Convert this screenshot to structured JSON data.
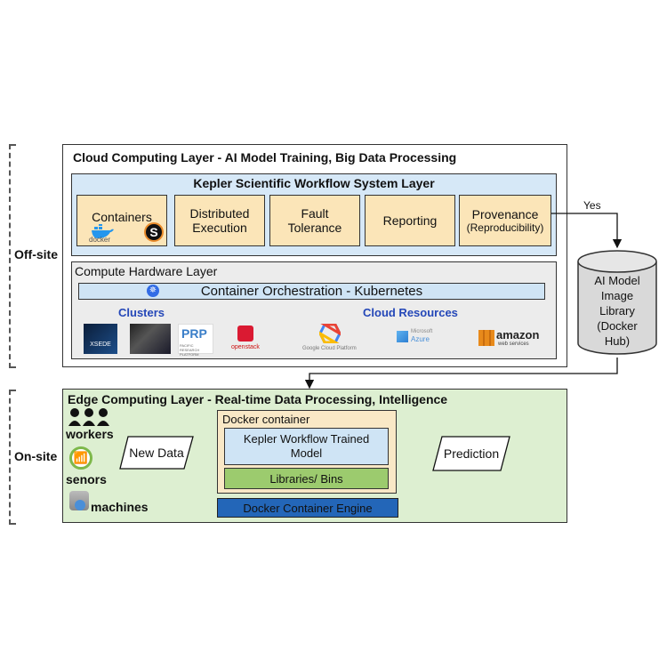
{
  "side_labels": {
    "offsite": "Off-site",
    "onsite": "On-site"
  },
  "cloud": {
    "title": "Cloud Computing Layer - AI Model Training, Big Data Processing",
    "kepler": {
      "title": "Kepler Scientific Workflow System Layer",
      "boxes": [
        {
          "l1": "Containers",
          "l2": ""
        },
        {
          "l1": "Distributed",
          "l2": "Execution"
        },
        {
          "l1": "Fault",
          "l2": "Tolerance"
        },
        {
          "l1": "Reporting",
          "l2": ""
        },
        {
          "l1": "Provenance",
          "l2": "(Reproducibility)"
        }
      ],
      "docker_logo_text": "docker",
      "s_logo_text": "S"
    },
    "compute": {
      "title": "Compute Hardware Layer",
      "k8s": "Container Orchestration - Kubernetes",
      "clusters": "Clusters",
      "cloud_resources": "Cloud Resources",
      "logos": {
        "xsede": "XSEDE",
        "prp": "PRP",
        "prp_sub": "PACIFIC RESEARCH PLATFORM",
        "openstack": "openstack",
        "google": "Google Cloud Platform",
        "azure1": "Microsoft",
        "azure2": "Azure",
        "amazon": "amazon",
        "amazon_sub": "web services"
      }
    }
  },
  "ai_library": {
    "l1": "AI Model",
    "l2": "Image",
    "l3": "Library",
    "l4": "(Docker",
    "l5": "Hub)"
  },
  "yes_label": "Yes",
  "edge": {
    "title": "Edge Computing Layer - Real-time Data Processing, Intelligence",
    "workers": "workers",
    "sensors": "senors",
    "machines": "machines",
    "new_data": "New Data",
    "docker_container": "Docker container",
    "trained_l1": "Kepler Workflow Trained",
    "trained_l2": "Model",
    "libraries": "Libraries/ Bins",
    "engine": "Docker Container Engine",
    "prediction": "Prediction"
  },
  "colors": {
    "kepler_bg": "#d6e8f7",
    "kepler_box": "#fbe5b8",
    "edge_bg": "#ddefd1",
    "libs": "#9ccb6e",
    "engine": "#2366b8",
    "blue_text": "#2447b8"
  }
}
